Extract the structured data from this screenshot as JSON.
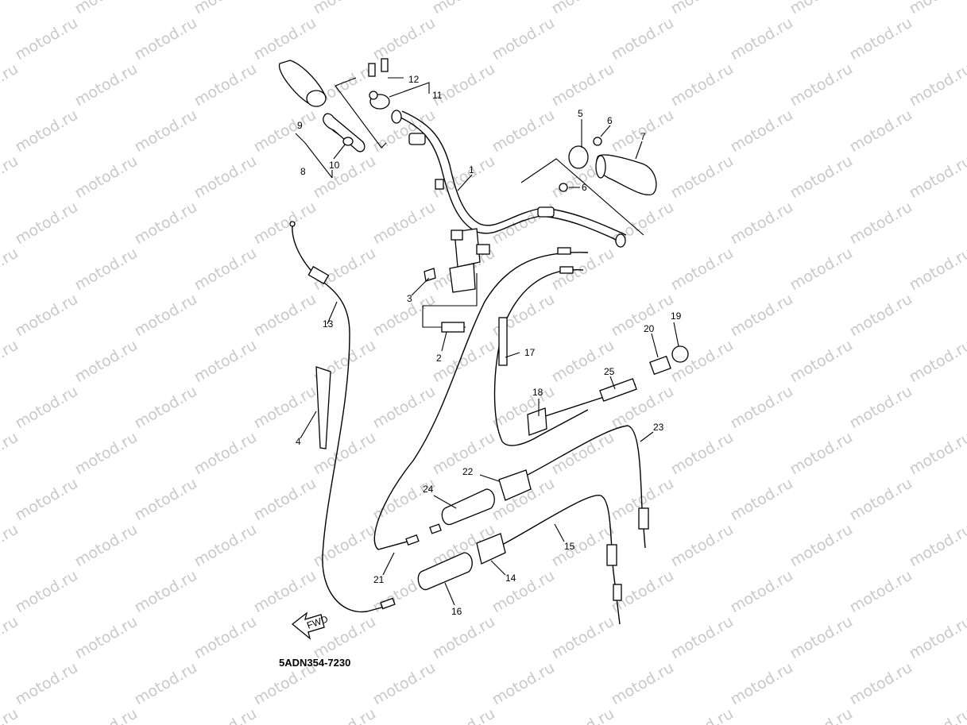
{
  "watermark": "motod.ru",
  "diagram_code": "5ADN354-7230",
  "fwd_label": "FWD",
  "callouts": [
    "1",
    "2",
    "3",
    "4",
    "5",
    "6",
    "6",
    "7",
    "8",
    "9",
    "10",
    "11",
    "12",
    "13",
    "14",
    "15",
    "16",
    "17",
    "18",
    "19",
    "20",
    "21",
    "22",
    "23",
    "24",
    "25"
  ],
  "colors": {
    "line": "#000000",
    "watermark": "#c9c9c9",
    "background": "#ffffff"
  }
}
